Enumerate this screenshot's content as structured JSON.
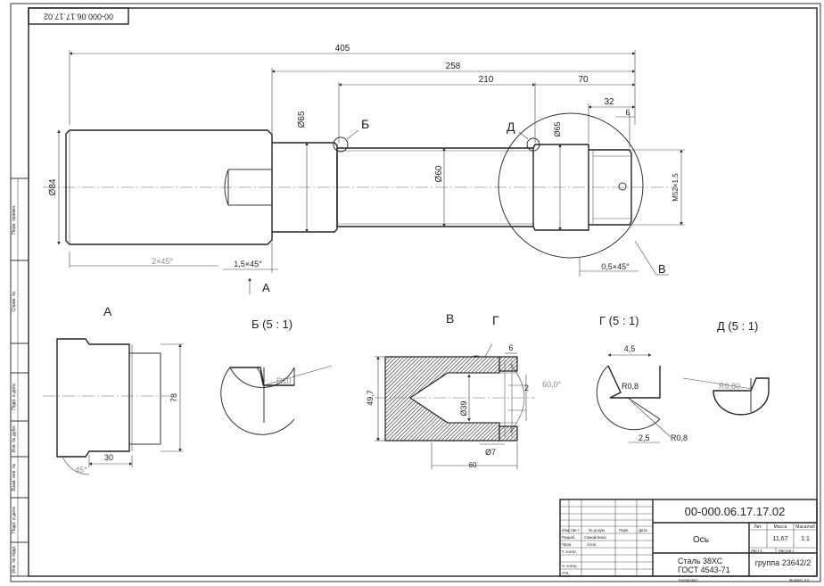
{
  "drawing": {
    "corner_code": "00-000.06.17.17.02",
    "main_view": {
      "dims": {
        "overall_length": "405",
        "length_258": "258",
        "length_210": "210",
        "length_70": "70",
        "length_32": "32",
        "length_6": "6",
        "dia_84": "Ø84",
        "dia_65_left": "Ø65",
        "dia_60": "Ø60",
        "dia_65_right": "Ø65",
        "thread": "M52×1,5",
        "chamfer_left": "2×45°",
        "chamfer_mid": "1,5×45°",
        "chamfer_right": "0,5×45°"
      },
      "callouts": {
        "b": "Б",
        "d": "Д",
        "v": "В",
        "a_arrow": "А"
      }
    },
    "view_a": {
      "title": "А",
      "dim_78": "78",
      "dim_30": "30",
      "angle_45": "45°"
    },
    "view_b": {
      "title": "Б (5 : 1)",
      "radius": "R10"
    },
    "view_v": {
      "title": "В",
      "callout_g": "Г",
      "dim_6": "6",
      "dim_2": "2",
      "angle_60": "60,0°",
      "dia_39": "Ø39",
      "dim_49_7": "49,7",
      "dia_7": "Ø7",
      "dim_60": "60"
    },
    "view_g": {
      "title": "Г (5 : 1)",
      "dim_4_5": "4,5",
      "radius_top": "R0,8",
      "dim_2_5": "2,5",
      "radius_bottom": "R0,8"
    },
    "view_d": {
      "title": "Д (5 : 1)",
      "radius": "R9,80"
    },
    "side_stamp": [
      "Перв. примен.",
      "Справ. №",
      "Подп. и дата",
      "Инв. № дубл.",
      "Взам. инв. №",
      "Подп. и дата",
      "Инв. № подл."
    ],
    "title_block": {
      "code": "00-000.06.17.17.02",
      "name": "Ось",
      "material_line1": "Сталь 38ХС",
      "material_line2": "ГОСТ 4543-71",
      "group": "группа 23642/2",
      "header_lit": "Лит.",
      "header_mass": "Масса",
      "header_scale": "Масштаб",
      "mass": "11,67",
      "scale": "1:1",
      "sheet": "Лист 1",
      "sheets": "Листов 1",
      "rows": {
        "izm": "Изм.",
        "list": "Лист",
        "doc": "№ докум.",
        "podp": "Подп.",
        "data": "Дата",
        "razrab": "Разраб.",
        "razrab_name": "Самойленко",
        "prov": "Пров.",
        "prov_name": "Алов",
        "tkontr": "Т. контр.",
        "nkontr": "Н. контр.",
        "utv": "Утв."
      },
      "copied": "Копировал",
      "format": "Формат A3"
    }
  }
}
